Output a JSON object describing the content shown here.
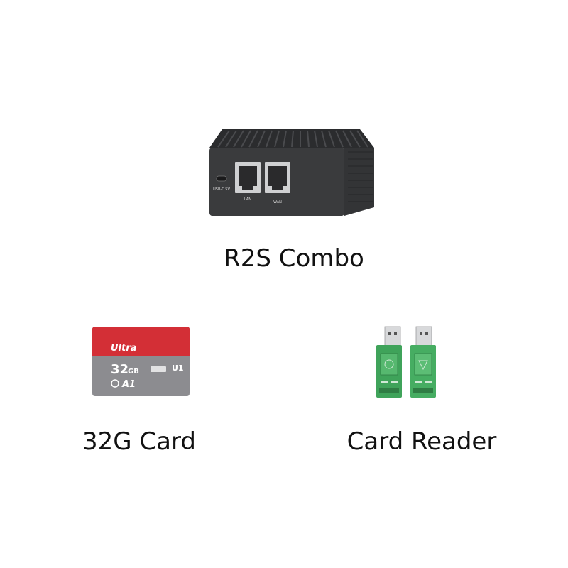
{
  "products": [
    {
      "id": "router",
      "caption": "R2S Combo",
      "port_labels": [
        "USB-C 5V",
        "LAN",
        "WAN"
      ]
    },
    {
      "id": "sdcard",
      "caption": "32G Card",
      "brand_text": "Ultra",
      "capacity_text": "32",
      "capacity_unit": "GB",
      "class_text": "A1",
      "speed_text": "U1"
    },
    {
      "id": "readers",
      "caption": "Card Reader"
    }
  ],
  "colors": {
    "router_body": "#3a3b3d",
    "router_top": "#2c2d2f",
    "sd_red": "#d32f36",
    "sd_gray": "#8c8c90",
    "pcb_green": "#3fa35a"
  }
}
